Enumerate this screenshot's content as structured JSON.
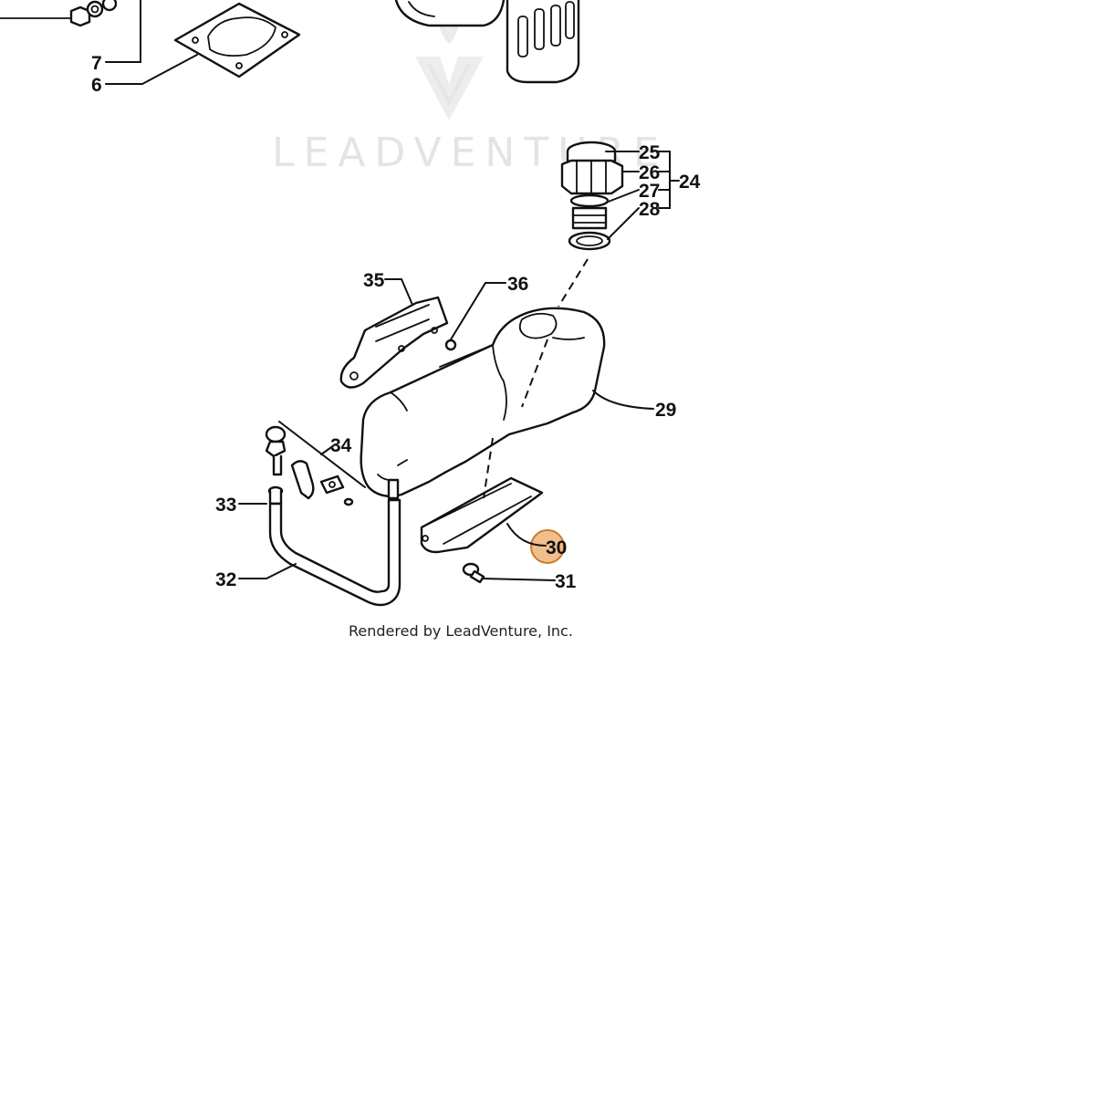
{
  "diagram": {
    "watermark": "LEADVENTURE",
    "caption": "Rendered by LeadVenture, Inc.",
    "highlight_color": "#e58a2f",
    "highlighted_callout": "30",
    "callouts": {
      "c6": "6",
      "c7": "7",
      "c24": "24",
      "c25": "25",
      "c26": "26",
      "c27": "27",
      "c28": "28",
      "c29": "29",
      "c30": "30",
      "c31": "31",
      "c32": "32",
      "c33": "33",
      "c34": "34",
      "c35": "35",
      "c36": "36"
    }
  }
}
